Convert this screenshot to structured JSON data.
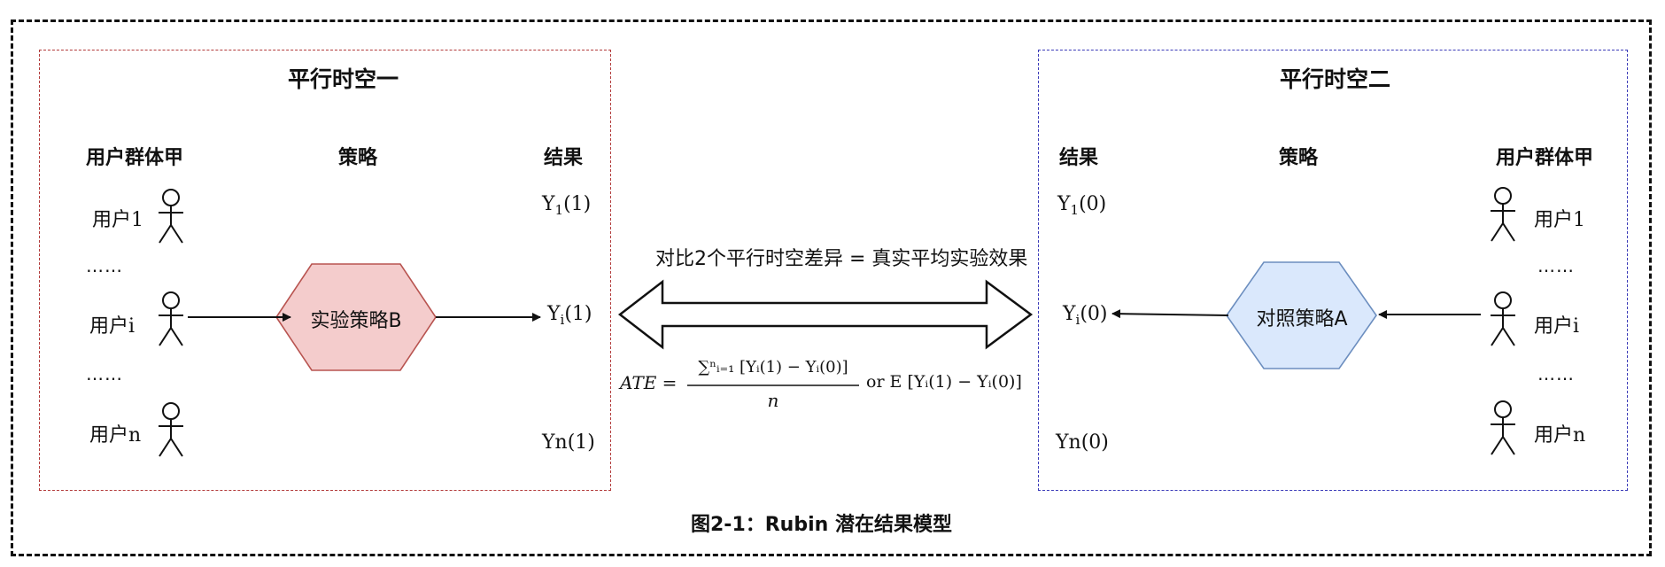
{
  "left": {
    "title": "平行时空一",
    "header_users": "用户群体甲",
    "header_strategy": "策略",
    "header_result": "结果",
    "users": [
      {
        "prefix": "用户",
        "index": "1"
      },
      {
        "prefix": "用户",
        "index": "i"
      },
      {
        "prefix": "用户",
        "index": "n"
      }
    ],
    "ellipsis": "……",
    "strategy": "实验策略B",
    "outcomes": [
      {
        "base": "Y",
        "sub": "1",
        "arg": "(1)"
      },
      {
        "base": "Y",
        "sub": "i",
        "arg": "(1)"
      },
      {
        "base": "Yn",
        "sub": "",
        "arg": "(1)"
      }
    ]
  },
  "right": {
    "title": "平行时空二",
    "header_users": "用户群体甲",
    "header_strategy": "策略",
    "header_result": "结果",
    "users": [
      {
        "prefix": "用户",
        "index": "1"
      },
      {
        "prefix": "用户",
        "index": "i"
      },
      {
        "prefix": "用户",
        "index": "n"
      }
    ],
    "ellipsis": "……",
    "strategy": "对照策略A",
    "outcomes": [
      {
        "base": "Y",
        "sub": "1",
        "arg": "(0)"
      },
      {
        "base": "Y",
        "sub": "i",
        "arg": "(0)"
      },
      {
        "base": "Yn",
        "sub": "",
        "arg": "(0)"
      }
    ]
  },
  "compare_label": "对比2个平行时空差异 = 真实平均实验效果",
  "formula": {
    "lhs": "ATE =",
    "numerator": "∑ⁿᵢ₌₁ [Yᵢ(1) − Yᵢ(0)]",
    "denominator": "n",
    "rhs": "or E [Yᵢ(1) − Yᵢ(0)]"
  },
  "caption": "图2-1：Rubin 潜在结果模型",
  "colors": {
    "left_border": "#b23a3a",
    "right_border": "#3a3ab8",
    "hex_b_fill": "#f4cccc",
    "hex_b_stroke": "#b85450",
    "hex_a_fill": "#dae8fc",
    "hex_a_stroke": "#6c8ebf"
  },
  "icons": [
    "person-icon",
    "right-arrow",
    "left-arrow",
    "double-arrow"
  ]
}
